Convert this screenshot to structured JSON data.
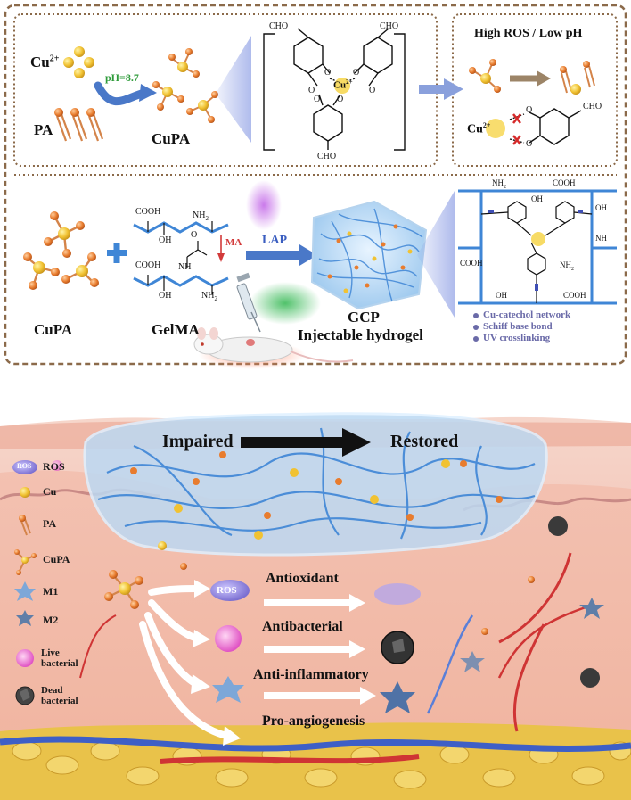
{
  "panel1": {
    "cu_label": "Cu",
    "cu_charge": "2+",
    "pa_label": "PA",
    "ph_label": "pH=8.7",
    "cupa_label": "CuPA",
    "cho": "CHO",
    "o": "O",
    "center": "Cu",
    "center_charge": "2+",
    "condition_title": "High ROS / Low pH"
  },
  "panel2": {
    "cupa_label": "CuPA",
    "gelma_label": "GelMA",
    "cooh": "COOH",
    "nh2": "NH",
    "nh2_sub": "2",
    "oh": "OH",
    "nh": "NH",
    "o": "O",
    "ma_label": "MA",
    "lap_label": "LAP",
    "gcp_label": "GCP",
    "gcp_sub": "Injectable hydrogel",
    "network_items": [
      "Cu-catechol network",
      "Schiff base bond",
      "UV crosslinking"
    ]
  },
  "wound": {
    "impaired": "Impaired",
    "restored": "Restored"
  },
  "legend": [
    {
      "key": "ros",
      "label": "ROS"
    },
    {
      "key": "cu",
      "label": "Cu"
    },
    {
      "key": "pa",
      "label": "PA"
    },
    {
      "key": "cupa",
      "label": "CuPA"
    },
    {
      "key": "m1",
      "label": "M1"
    },
    {
      "key": "m2",
      "label": "M2"
    },
    {
      "key": "live",
      "label": "Live bacterial"
    },
    {
      "key": "dead",
      "label": "Dead bacterial"
    }
  ],
  "ros_badge": "ROS",
  "effects": [
    "Antioxidant",
    "Antibacterial",
    "Anti-inflammatory",
    "Pro-angiogenesis"
  ],
  "colors": {
    "gold": "#f1c232",
    "orange": "#e87c2e",
    "dash_border": "#8b6a4a",
    "hydrogel_blue": "#3f86d6",
    "ph_green": "#2e9b3a",
    "ma_red": "#d23a3a",
    "lap_blue": "#3b5ec0",
    "skin_pink": "#f2b6a8",
    "fat_yellow": "#e9c24a"
  }
}
